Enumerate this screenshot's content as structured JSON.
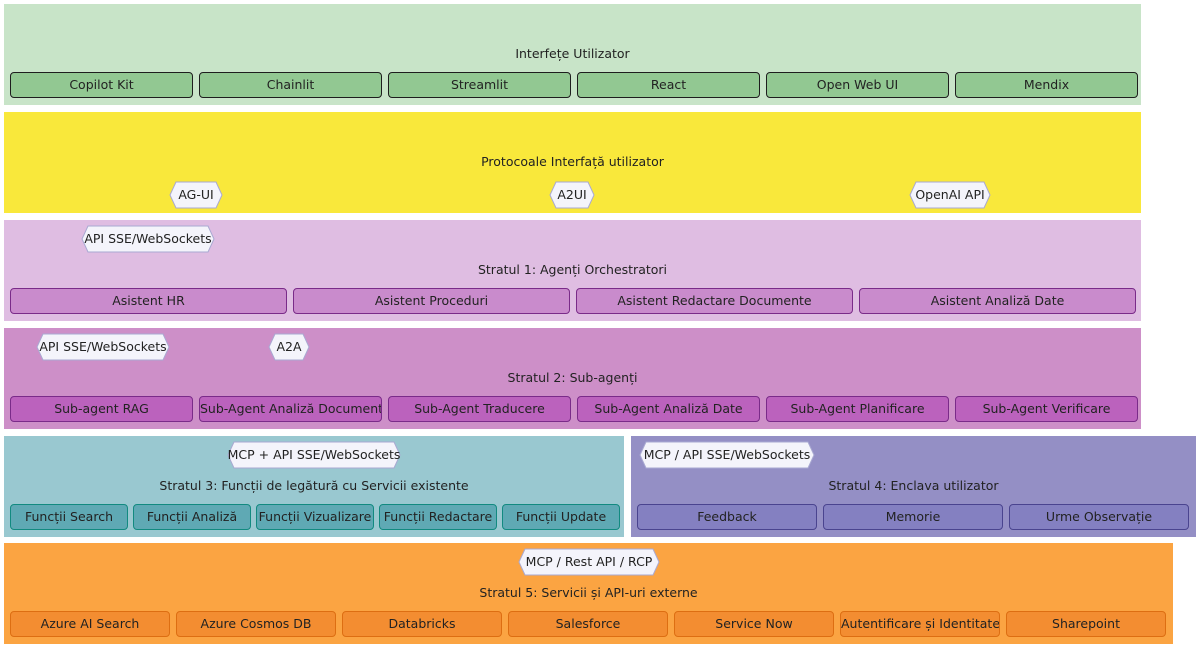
{
  "colors": {
    "ui_layer_bg": "#c8e4c8",
    "protocol_layer_bg": "#f9e83b",
    "layer1_bg": "#dfbde2",
    "layer2_bg": "#cd8fc8",
    "layer3_bg": "#99c8d0",
    "layer4_bg": "#948fc5",
    "layer5_bg": "#fba442"
  },
  "ui_layer": {
    "title": "Interfețe Utilizator",
    "items": [
      "Copilot Kit",
      "Chainlit",
      "Streamlit",
      "React",
      "Open Web UI",
      "Mendix"
    ]
  },
  "protocol_layer": {
    "title": "Protocoale Interfață utilizator",
    "protocols": [
      "AG-UI",
      "A2UI",
      "OpenAI API"
    ]
  },
  "layer1": {
    "title": "Stratul 1: Agenți Orchestratori",
    "protocols": [
      "API SSE/WebSockets"
    ],
    "items": [
      "Asistent HR",
      "Asistent Proceduri",
      "Asistent Redactare Documente",
      "Asistent Analiză Date"
    ]
  },
  "layer2": {
    "title": "Stratul 2: Sub-agenți",
    "protocols": [
      "API SSE/WebSockets",
      "A2A"
    ],
    "items": [
      "Sub-agent RAG",
      "Sub-Agent Analiză Documente",
      "Sub-Agent Traducere",
      "Sub-Agent Analiză Date",
      "Sub-Agent Planificare",
      "Sub-Agent Verificare"
    ]
  },
  "layer3": {
    "title": "Stratul 3: Funcții de legătură cu Servicii existente",
    "protocols": [
      "MCP + API SSE/WebSockets"
    ],
    "items": [
      "Funcții Search",
      "Funcții Analiză",
      "Funcții Vizualizare",
      "Funcții Redactare",
      "Funcții Update"
    ]
  },
  "layer4": {
    "title": "Stratul 4: Enclava utilizator",
    "protocols": [
      "MCP / API SSE/WebSockets"
    ],
    "items": [
      "Feedback",
      "Memorie",
      "Urme Observație"
    ]
  },
  "layer5": {
    "title": "Stratul 5: Servicii și API-uri externe",
    "protocols": [
      "MCP / Rest API / RCP"
    ],
    "items": [
      "Azure AI Search",
      "Azure Cosmos DB",
      "Databricks",
      "Salesforce",
      "Service Now",
      "Autentificare și Identitate",
      "Sharepoint"
    ]
  }
}
